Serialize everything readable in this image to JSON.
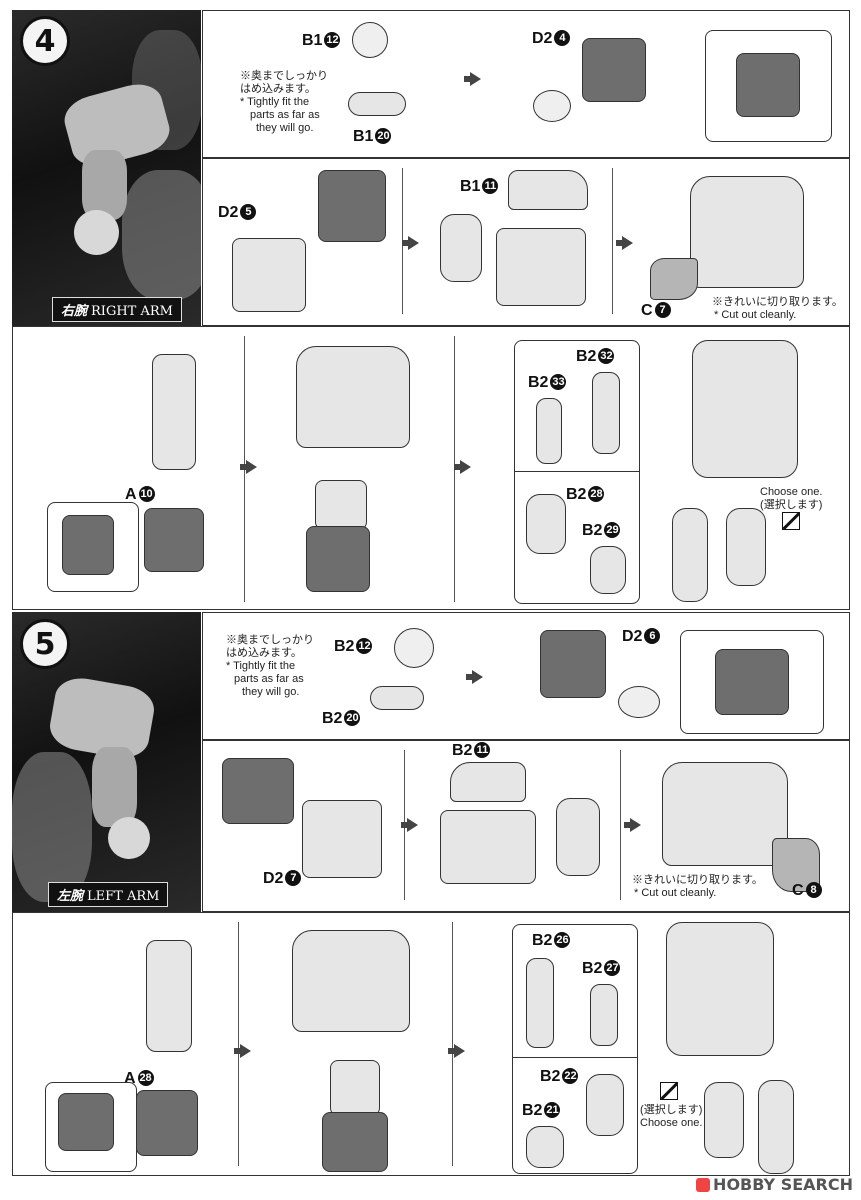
{
  "step4": {
    "number": "4",
    "arm_kanji": "右腕",
    "arm_label": "RIGHT ARM",
    "row1": {
      "label_a": "B1",
      "label_a_num": "12",
      "label_b": "B1",
      "label_b_num": "20",
      "note_jp": "※奥までしっかり",
      "note_jp2": "はめ込みます。",
      "note_en1": "* Tightly fit the",
      "note_en2": "parts as far as",
      "note_en3": "they will go.",
      "label_c": "D2",
      "label_c_num": "4"
    },
    "row2": {
      "label_a": "D2",
      "label_a_num": "5",
      "label_b": "B1",
      "label_b_num": "11",
      "label_c": "C",
      "label_c_num": "7",
      "note_jp": "※きれいに切り取ります。",
      "note_en": "* Cut out cleanly."
    },
    "row3": {
      "label_a": "A",
      "label_a_num": "10",
      "label_b1": "B2",
      "label_b1_num": "32",
      "label_b2": "B2",
      "label_b2_num": "33",
      "label_b3": "B2",
      "label_b3_num": "28",
      "label_b4": "B2",
      "label_b4_num": "29",
      "choose_en": "Choose one.",
      "choose_jp": "(選択します)"
    }
  },
  "step5": {
    "number": "5",
    "arm_kanji": "左腕",
    "arm_label": "LEFT ARM",
    "row1": {
      "note_jp": "※奥までしっかり",
      "note_jp2": "はめ込みます。",
      "note_en1": "* Tightly fit the",
      "note_en2": "parts as far as",
      "note_en3": "they will go.",
      "label_a": "B2",
      "label_a_num": "12",
      "label_b": "B2",
      "label_b_num": "20",
      "label_c": "D2",
      "label_c_num": "6"
    },
    "row2": {
      "label_a": "D2",
      "label_a_num": "7",
      "label_b": "B2",
      "label_b_num": "11",
      "note_jp": "※きれいに切り取ります。",
      "note_en": "* Cut out cleanly.",
      "label_c": "C",
      "label_c_num": "8"
    },
    "row3": {
      "label_a": "A",
      "label_a_num": "28",
      "label_b1": "B2",
      "label_b1_num": "26",
      "label_b2": "B2",
      "label_b2_num": "27",
      "label_b3": "B2",
      "label_b3_num": "22",
      "label_b4": "B2",
      "label_b4_num": "21",
      "choose_jp": "(選択します)",
      "choose_en": "Choose one."
    }
  },
  "watermark": "HOBBY SEARCH"
}
